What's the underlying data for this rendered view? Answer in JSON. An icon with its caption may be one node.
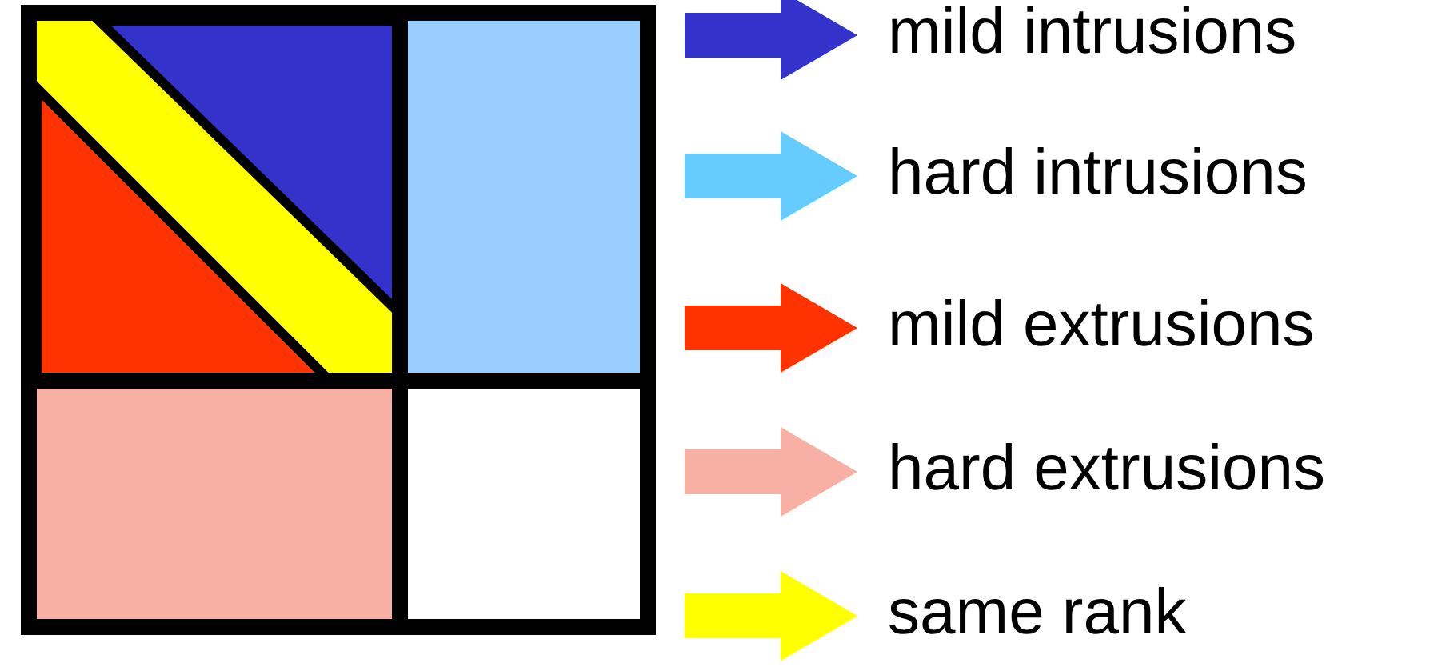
{
  "diagram": {
    "legend": [
      {
        "text": "mild intrusions",
        "color": "#3333cc"
      },
      {
        "text": "hard intrusions",
        "color": "#66ccff"
      },
      {
        "text": "mild extrusions",
        "color": "#ff3300"
      },
      {
        "text": "hard extrusions",
        "color": "#f7b0a3"
      },
      {
        "text": "same rank",
        "color": "#ffff00"
      }
    ]
  }
}
